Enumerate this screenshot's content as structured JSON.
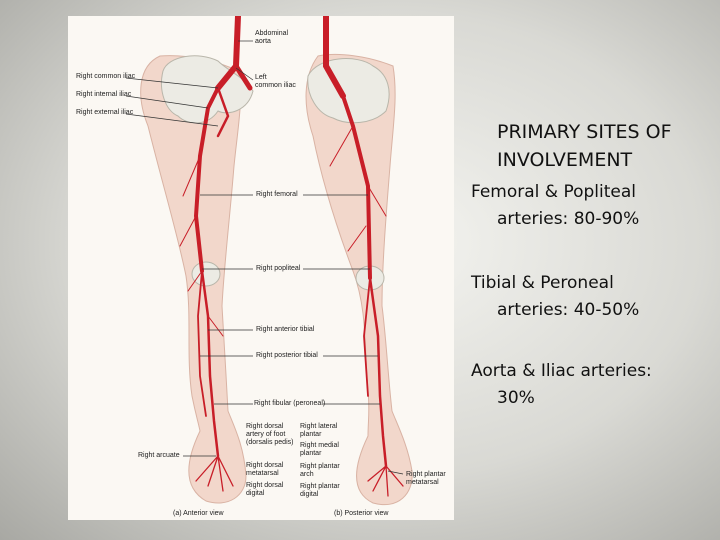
{
  "figure": {
    "labels": {
      "abdominal_aorta": "Abdominal\naorta",
      "right_common_iliac": "Right common iliac",
      "left_common_iliac": "Left\ncommon iliac",
      "right_internal_iliac": "Right internal iliac",
      "right_external_iliac": "Right external iliac",
      "right_femoral": "Right femoral",
      "right_popliteal": "Right popliteal",
      "right_anterior_tibial": "Right anterior tibial",
      "right_posterior_tibial": "Right posterior tibial",
      "right_fibular": "Right fibular (peroneal)",
      "right_dorsal_artery_of_foot": "Right dorsal\nartery of foot\n(dorsalis pedis)",
      "right_lateral_plantar": "Right lateral\nplantar",
      "right_medial_plantar": "Right medial\nplantar",
      "right_arcuate": "Right arcuate",
      "right_dorsal_metatarsal": "Right dorsal\nmetatarsal",
      "right_plantar_arch": "Right plantar\narch",
      "right_plantar_metatarsal": "Right plantar\nmetatarsal",
      "right_dorsal_digital": "Right dorsal\ndigital",
      "right_plantar_digital": "Right plantar\ndigital"
    },
    "captions": {
      "anterior": "(a) Anterior view",
      "posterior": "(b) Posterior view"
    }
  },
  "text": {
    "title_line1": "PRIMARY SITES OF",
    "title_line2": "INVOLVEMENT",
    "items": [
      {
        "line1": "Femoral & Popliteal",
        "line2": "arteries: 80-90%"
      },
      {
        "line1": "Tibial & Peroneal",
        "line2": "arteries: 40-50%"
      },
      {
        "line1": "Aorta & Iliac arteries:",
        "line2": "30%"
      }
    ]
  },
  "colors": {
    "artery": "#c81e28",
    "skin": "#f2d7cb",
    "bone": "#ecebe4"
  }
}
